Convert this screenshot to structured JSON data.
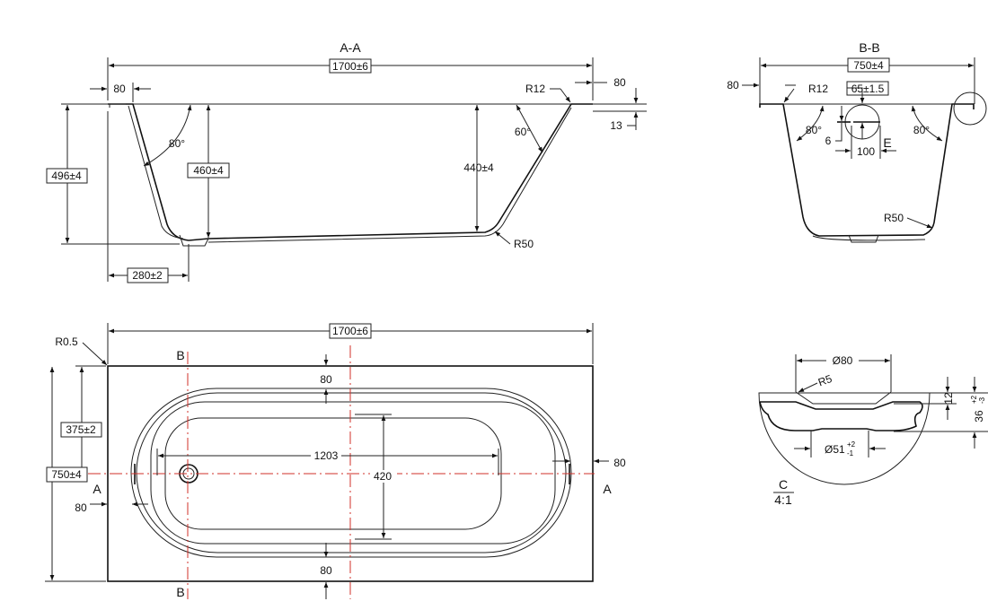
{
  "section_aa": {
    "title": "A-A",
    "length": "1700±6",
    "rim_left": "80",
    "rim_right": "80",
    "radius_top": "R12",
    "rim_thickness": "13",
    "total_height": "496±4",
    "depth_drain": "460±4",
    "depth_end": "440±4",
    "angle_left": "80°",
    "angle_right": "60°",
    "drain_offset": "280±2",
    "radius_bottom": "R50"
  },
  "section_bb": {
    "title": "B-B",
    "width": "750±4",
    "rim": "80",
    "radius_top": "R12",
    "overflow_height": "65±1.5",
    "angle_left": "80°",
    "angle_right": "80°",
    "thickness": "6",
    "span": "100",
    "detail_mark": "E",
    "radius_bottom": "R50"
  },
  "plan": {
    "length": "1700±6",
    "corner_radius": "R0.5",
    "section_b": "B",
    "section_a": "A",
    "rim_top": "80",
    "rim_bottom": "80",
    "rim_left": "80",
    "rim_right": "80",
    "drain_y": "375±2",
    "width": "750±4",
    "inner_length": "1203",
    "inner_width": "420"
  },
  "detail_c": {
    "diameter_top": "Ø80",
    "radius": "R5",
    "depth": "12",
    "height": "36",
    "height_tol_upper": "+2",
    "height_tol_lower": "-3",
    "diameter_bottom": "Ø51",
    "diam_tol_upper": "+2",
    "diam_tol_lower": "-1",
    "label": "C",
    "scale": "4:1"
  }
}
